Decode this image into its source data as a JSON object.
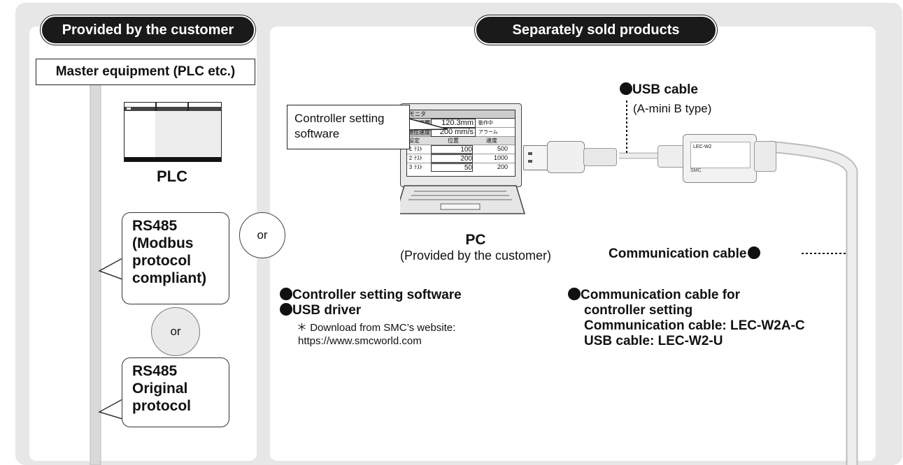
{
  "sections": {
    "customer": "Provided by the customer",
    "separate": "Separately sold products"
  },
  "master": "Master equipment (PLC etc.)",
  "plc_label": "PLC",
  "rs485_modbus": [
    "RS485",
    "(Modbus",
    "protocol",
    "compliant)"
  ],
  "rs485_original": [
    "RS485",
    "Original",
    "protocol"
  ],
  "or_text": "or",
  "software_callout": [
    "Controller setting",
    "software"
  ],
  "pc": {
    "label": "PC",
    "note": "(Provided by the customer)",
    "screen": {
      "title": "モニタ",
      "row1_label": "現在位置",
      "row1_value": "120.3mm",
      "row1_status": "動作中",
      "row2_label": "現在速度",
      "row2_value": "200 mm/s",
      "row2_status": "アラーム",
      "settings_label": "設定",
      "col_pos": "位置",
      "col_speed": "速度",
      "rows": [
        {
          "no": "1",
          "name": "ﾃｽﾄ",
          "pos": "100",
          "speed": "500"
        },
        {
          "no": "2",
          "name": "ﾃｽﾄ",
          "pos": "200",
          "speed": "1000"
        },
        {
          "no": "3",
          "name": "ﾃｽﾄ",
          "pos": "50",
          "speed": "200"
        }
      ]
    }
  },
  "usb_cable": {
    "title": "USB cable",
    "subtitle": "(A-mini B type)"
  },
  "adapter_label": "LEC-W2",
  "adapter_brand": "SMC",
  "comm_cable_label": "Communication cable",
  "software_list": {
    "item1": "Controller setting software",
    "item2": "USB driver",
    "note_line1": "Download from SMC’s website:",
    "note_line2": "https://www.smcworld.com"
  },
  "cable_list": {
    "title_line1": "Communication cable for",
    "title_line2": "controller setting",
    "line3": "Communication cable: LEC-W2A-C",
    "line4": "USB cable: LEC-W2-U"
  },
  "colors": {
    "background": "#e7e7e7",
    "panel": "#ffffff",
    "pill": "#1a1a1a",
    "cable": "#d4d4d4"
  }
}
